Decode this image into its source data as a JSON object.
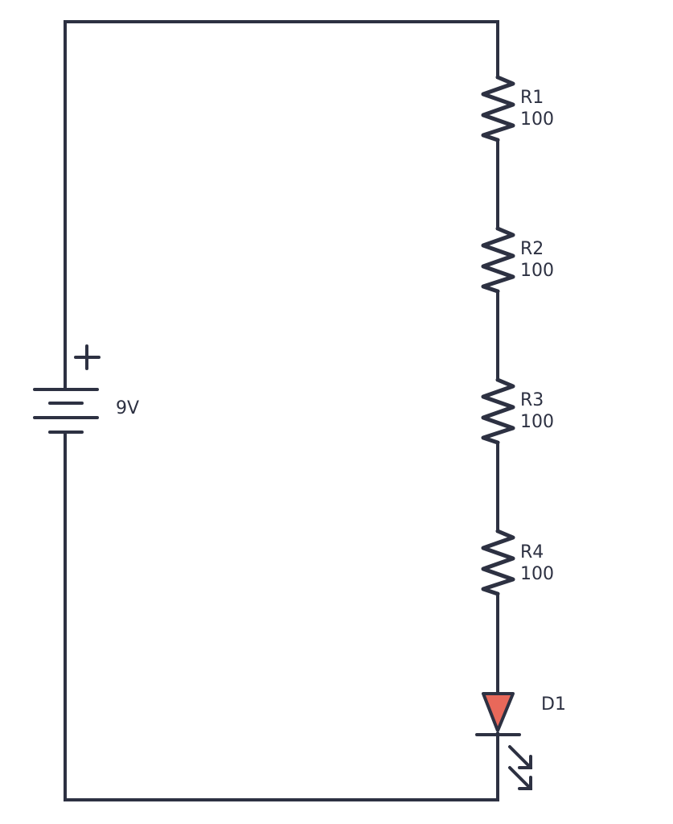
{
  "diagram": {
    "type": "circuit-schematic",
    "colors": {
      "wire": "#2d3142",
      "led_fill": "#e8685a",
      "background": "#ffffff"
    },
    "battery": {
      "name": "9V",
      "polarity_label": "+"
    },
    "resistors": [
      {
        "name": "R1",
        "value": "100"
      },
      {
        "name": "R2",
        "value": "100"
      },
      {
        "name": "R3",
        "value": "100"
      },
      {
        "name": "R4",
        "value": "100"
      }
    ],
    "led": {
      "name": "D1"
    },
    "connections": [
      "battery+ -> R1",
      "R1 -> R2",
      "R2 -> R3",
      "R3 -> R4",
      "R4 -> D1 anode",
      "D1 cathode -> battery-"
    ]
  }
}
